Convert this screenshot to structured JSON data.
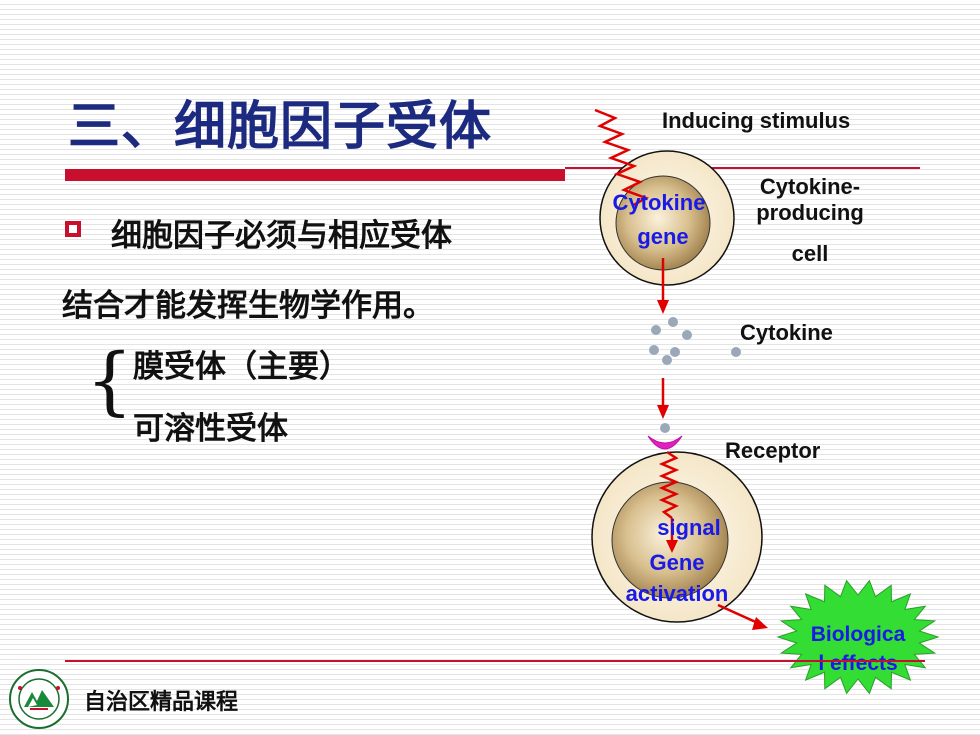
{
  "slide": {
    "title": "三、细胞因子受体",
    "bullet_line1": "细胞因子必须与相应受体",
    "bullet_line2": "结合才能发挥生物学作用。",
    "sub_item_1": "膜受体（主要）",
    "sub_item_2": "可溶性受体",
    "footer": "自治区精品课程",
    "logo_icon": "university-seal-icon"
  },
  "diagram": {
    "inducing_stimulus": "Inducing stimulus",
    "producing_cell_line1": "Cytokine-",
    "producing_cell_line2": "producing",
    "producing_cell_line3": "cell",
    "cytokine_gene_line1": "Cytokine",
    "cytokine_gene_line2": "gene",
    "cytokine": "Cytokine",
    "receptor": "Receptor",
    "signal": "signal",
    "gene_activation_line1": "Gene",
    "gene_activation_line2": "activation",
    "effects_line1": "Biologica",
    "effects_line2": "l effects"
  },
  "colors": {
    "title": "#1c2a80",
    "accent_red": "#c8102e",
    "label_blue": "#1a1ae6",
    "star_green": "#33dd33",
    "receptor_magenta": "#e020c0",
    "cytokine_dot": "#9aa8b8"
  }
}
